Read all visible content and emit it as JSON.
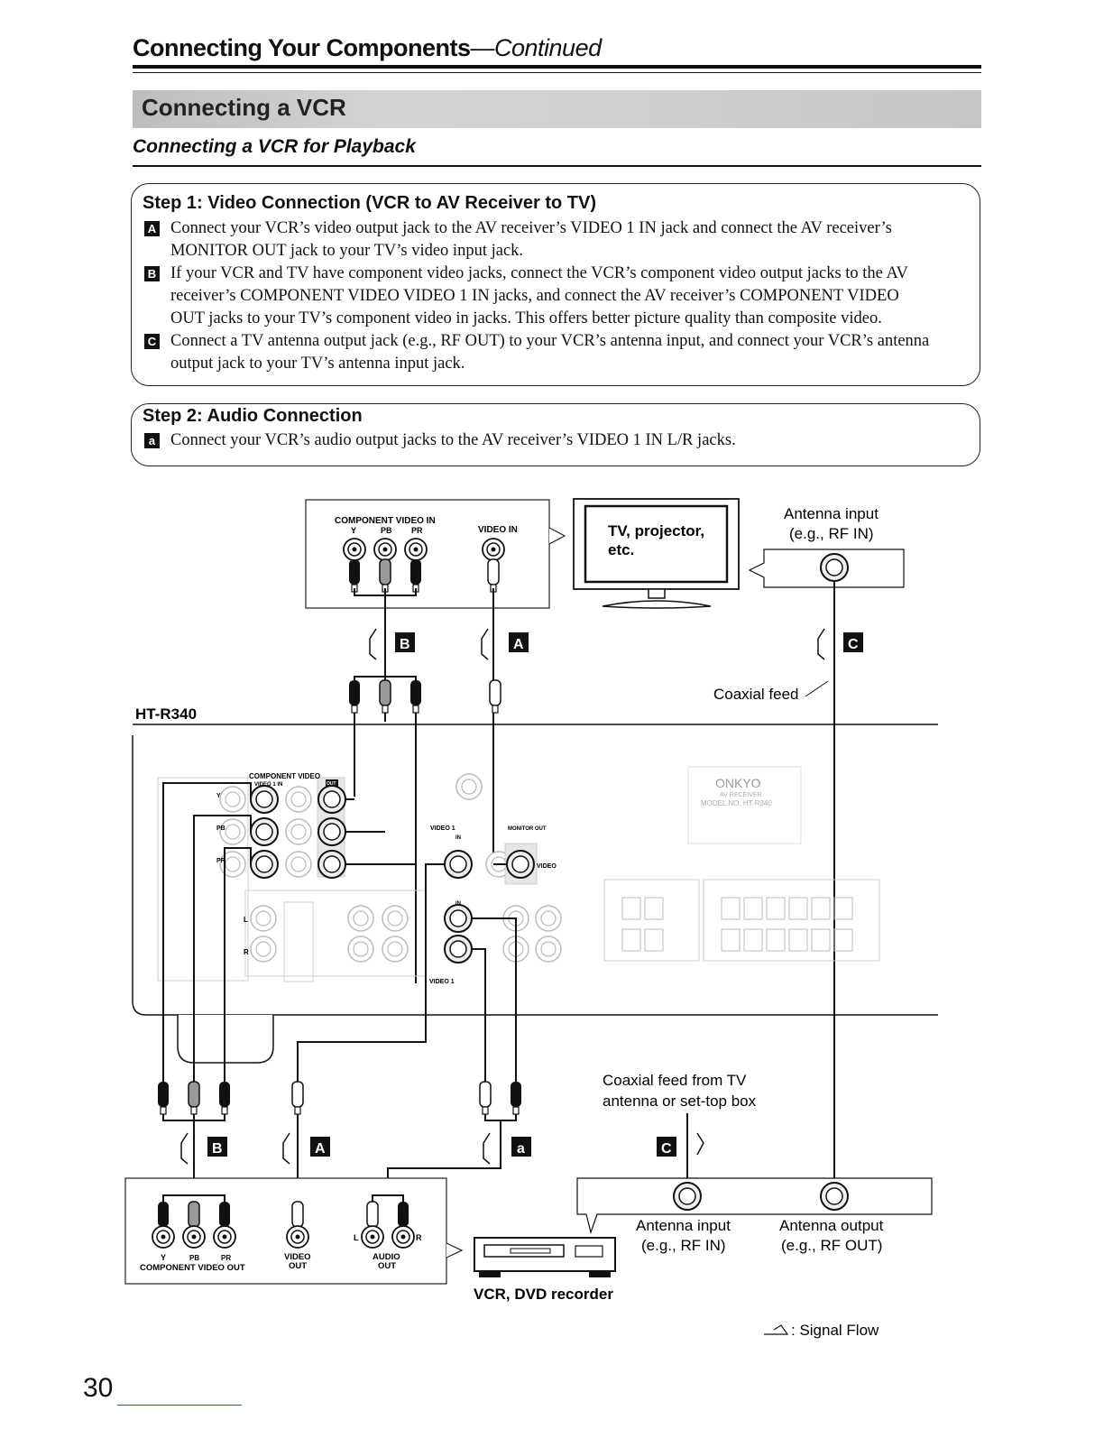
{
  "header": {
    "title": "Connecting Your Components",
    "title_suffix": "—Continued",
    "section": "Connecting a VCR",
    "subsection": "Connecting a VCR for Playback"
  },
  "step1": {
    "title": "Step 1: Video Connection (VCR to AV Receiver to TV)",
    "items": [
      {
        "badge": "A",
        "lines": [
          "Connect your VCR’s video output jack to the AV receiver’s VIDEO 1 IN jack and connect the AV receiver’s",
          "MONITOR OUT jack to your TV’s video input jack."
        ]
      },
      {
        "badge": "B",
        "lines": [
          "If your VCR and TV have component video jacks, connect the VCR’s component video output jacks to the AV",
          "receiver’s COMPONENT VIDEO VIDEO 1 IN jacks, and connect the AV receiver’s COMPONENT VIDEO",
          "OUT jacks to your TV’s component video in jacks. This offers better picture quality than composite video."
        ]
      },
      {
        "badge": "C",
        "lines": [
          "Connect a TV antenna output jack (e.g., RF OUT) to your VCR’s antenna input, and connect your VCR’s antenna",
          "output jack to your TV’s antenna input jack."
        ]
      }
    ]
  },
  "step2": {
    "title": "Step 2: Audio Connection",
    "items": [
      {
        "badge": "a",
        "lines": [
          "Connect your VCR’s audio output jacks to the AV receiver’s VIDEO 1 IN L/R jacks."
        ]
      }
    ]
  },
  "diagram": {
    "tv_component_label": "COMPONENT VIDEO IN",
    "tv_comp_y": "Y",
    "tv_comp_pb": "PB",
    "tv_comp_pr": "PR",
    "tv_video_in": "VIDEO IN",
    "tv_label_1": "TV, projector,",
    "tv_label_2": "etc.",
    "tv_antenna_1": "Antenna input",
    "tv_antenna_2": "(e.g., RF IN)",
    "coaxial_feed": "Coaxial feed",
    "receiver_model": "HT-R340",
    "rcv_component_video": "COMPONENT VIDEO",
    "rcv_video1_in_small": "VIDEO 1 IN",
    "rcv_out": "OUT",
    "rcv_y": "Y",
    "rcv_pb": "PB",
    "rcv_pr": "PR",
    "rcv_video1": "VIDEO 1",
    "rcv_in": "IN",
    "rcv_monitor_out": "MONITOR OUT",
    "rcv_video": "VIDEO",
    "rcv_l": "L",
    "rcv_r": "R",
    "rcv_video1_bottom": "VIDEO 1",
    "brand": "ONKYO",
    "brand_sub": "AV RECEIVER",
    "brand_model": "MODEL NO. HT-R340",
    "coax_tv_1": "Coaxial feed from TV",
    "coax_tv_2": "antenna or set-top box",
    "vcr_comp_y": "Y",
    "vcr_comp_pb": "PB",
    "vcr_comp_pr": "PR",
    "vcr_component_out": "COMPONENT VIDEO OUT",
    "vcr_video_out_1": "VIDEO",
    "vcr_video_out_2": "OUT",
    "vcr_audio_l": "L",
    "vcr_audio_r": "R",
    "vcr_audio_out_1": "AUDIO",
    "vcr_audio_out_2": "OUT",
    "vcr_label": "VCR, DVD recorder",
    "vcr_ant_in_1": "Antenna input",
    "vcr_ant_in_2": "(e.g., RF IN)",
    "vcr_ant_out_1": "Antenna output",
    "vcr_ant_out_2": "(e.g., RF OUT)",
    "badge_A": "A",
    "badge_B": "B",
    "badge_C": "C",
    "badge_a": "a",
    "signal_flow": ": Signal Flow"
  },
  "page_number": "30"
}
